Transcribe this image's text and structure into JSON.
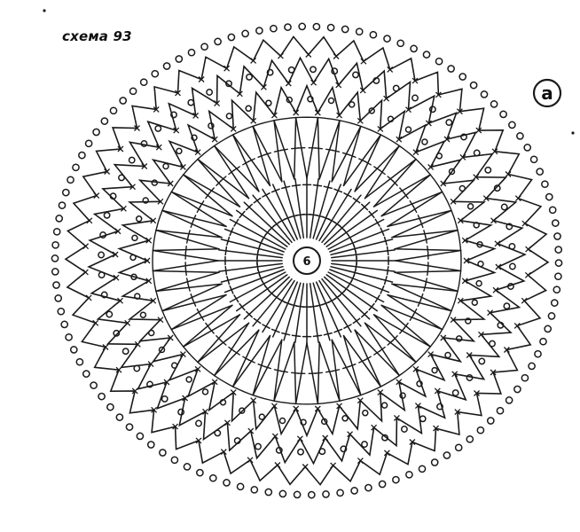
{
  "diagram": {
    "title": "схема 93",
    "center_label": "6",
    "corner_label": "а",
    "ink_color": "#1a1a1a",
    "rows": {
      "inner_stitch": "treble-crochet-symbol",
      "v_band": "double-crochet-v-symbol",
      "outer_zigzag": "single-crochet-zigzag-symbol",
      "edge": "chain-loop-symbol"
    }
  }
}
